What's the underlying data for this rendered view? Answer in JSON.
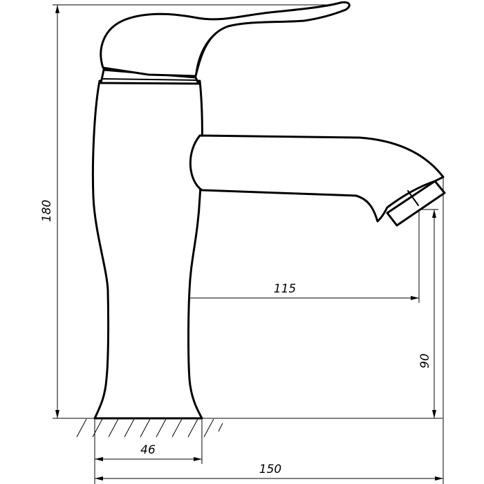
{
  "dimensions": {
    "total_height": "180",
    "spout_reach": "115",
    "spout_height": "90",
    "base_diameter": "46",
    "total_length": "150"
  }
}
